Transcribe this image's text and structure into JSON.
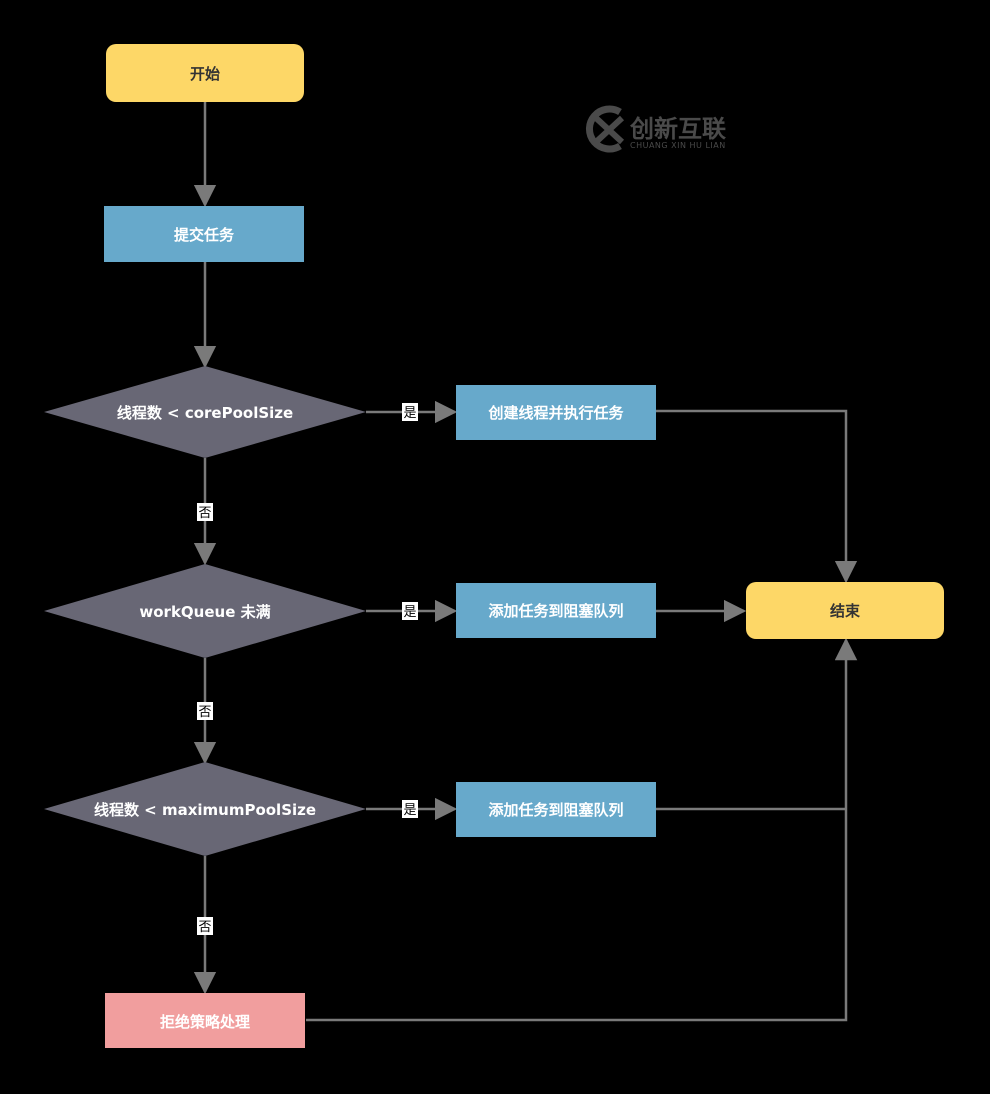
{
  "colors": {
    "background": "#000000",
    "terminal": "#fdd767",
    "process": "#67a9cb",
    "decision": "#686775",
    "reject": "#f19e9e",
    "edge": "#7a7a7a",
    "label_bg": "#ffffff",
    "dark_text": "#333333",
    "light_text": "#ffffff"
  },
  "watermark": {
    "name": "创新互联",
    "subtitle": "CHUANG XIN HU LIAN"
  },
  "nodes": {
    "start": "开始",
    "submit": "提交任务",
    "core_check": "线程数 < corePoolSize",
    "create_thread": "创建线程并执行任务",
    "queue_check": "workQueue 未满",
    "add_queue_1": "添加任务到阻塞队列",
    "max_check": "线程数 < maximumPoolSize",
    "add_queue_2": "添加任务到阻塞队列",
    "reject": "拒绝策略处理",
    "end": "结束"
  },
  "edge_labels": {
    "yes_1": "是",
    "yes_2": "是",
    "yes_3": "是",
    "no_1": "否",
    "no_2": "否",
    "no_3": "否"
  }
}
